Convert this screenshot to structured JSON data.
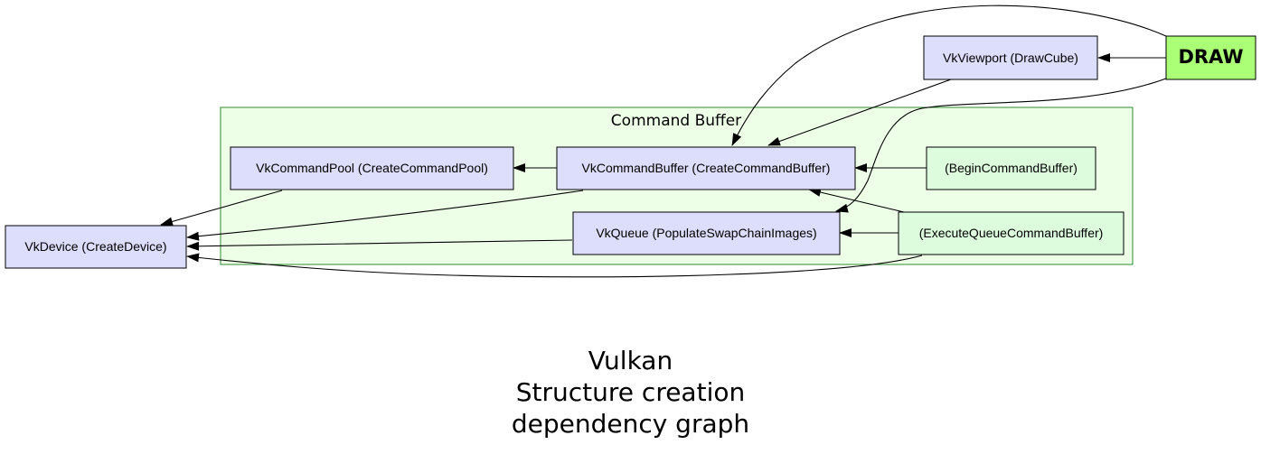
{
  "cluster": {
    "label": "Command Buffer",
    "fill": "#eeffe8",
    "stroke": "#2e8b2e"
  },
  "colors": {
    "node_fill": "#ddddfc",
    "cluster_node_fill": "#ddfcdd",
    "draw_fill": "#aaff77",
    "edge": "#000000"
  },
  "nodes": {
    "draw": "DRAW",
    "viewport": "VkViewport (DrawCube)",
    "command_pool": "VkCommandPool (CreateCommandPool)",
    "command_buffer": "VkCommandBuffer (CreateCommandBuffer)",
    "begin_command_buffer": "(BeginCommandBuffer)",
    "queue": "VkQueue (PopulateSwapChainImages)",
    "execute_queue_command_buffer": "(ExecuteQueueCommandBuffer)",
    "device": "VkDevice (CreateDevice)"
  },
  "caption": {
    "line1": "Vulkan",
    "line2": "Structure creation",
    "line3": "dependency graph"
  }
}
